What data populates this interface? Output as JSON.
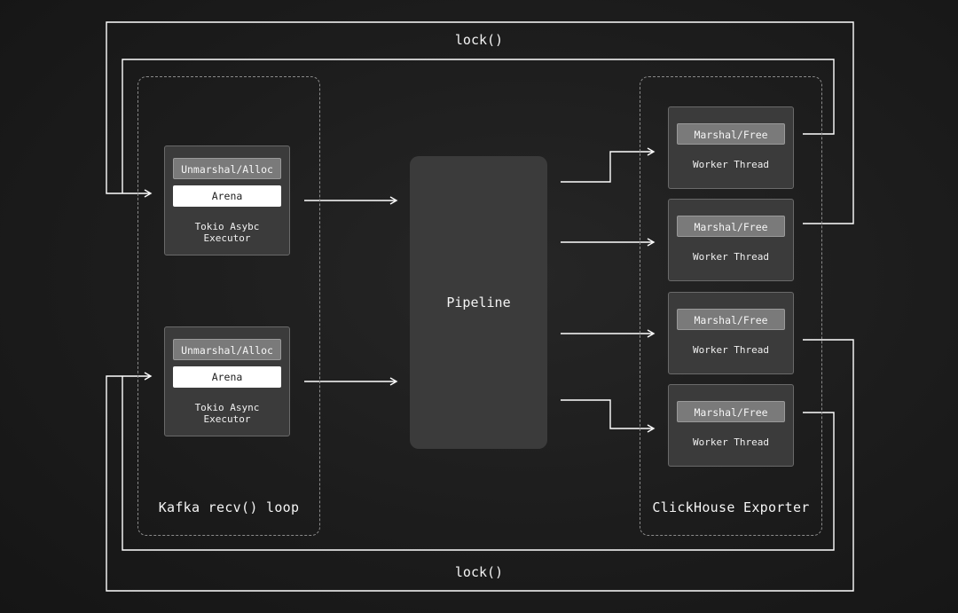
{
  "top_lock": {
    "label": "lock()"
  },
  "bottom_lock": {
    "label": "lock()"
  },
  "kafka_group": {
    "label": "Kafka recv() loop",
    "executors": [
      {
        "chip": "Unmarshal/Alloc",
        "arena": "Arena",
        "title_line1": "Tokio Asybc",
        "title_line2": "Executor"
      },
      {
        "chip": "Unmarshal/Alloc",
        "arena": "Arena",
        "title_line1": "Tokio Async",
        "title_line2": "Executor"
      }
    ]
  },
  "pipeline": {
    "label": "Pipeline"
  },
  "exporter_group": {
    "label": "ClickHouse Exporter",
    "workers": [
      {
        "chip": "Marshal/Free",
        "title": "Worker Thread"
      },
      {
        "chip": "Marshal/Free",
        "title": "Worker Thread"
      },
      {
        "chip": "Marshal/Free",
        "title": "Worker Thread"
      },
      {
        "chip": "Marshal/Free",
        "title": "Worker Thread"
      }
    ]
  },
  "colors": {
    "background": "#1c1c1c",
    "card": "#3b3b3b",
    "line": "#ffffff",
    "dashed_border": "#8a8a8a"
  }
}
